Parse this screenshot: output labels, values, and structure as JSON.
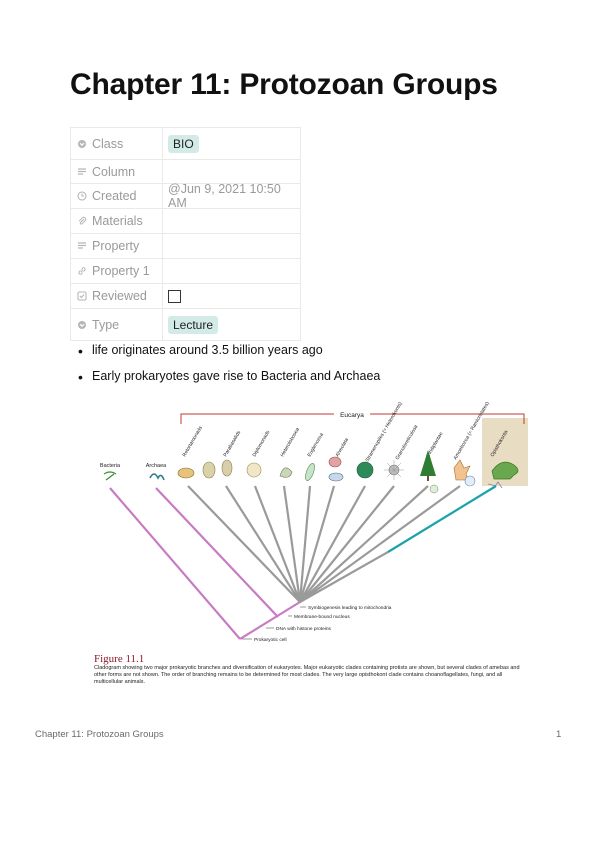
{
  "page": {
    "title": "Chapter 11: Protozoan Groups"
  },
  "properties": [
    {
      "key": "Class",
      "icon": "select-icon",
      "value": "BIO",
      "tag": true
    },
    {
      "key": "Column",
      "icon": "text-icon",
      "value": ""
    },
    {
      "key": "Created",
      "icon": "clock-icon",
      "value": "@Jun 9, 2021 10:50 AM"
    },
    {
      "key": "Materials",
      "icon": "paperclip-icon",
      "value": ""
    },
    {
      "key": "Property",
      "icon": "text-icon",
      "value": ""
    },
    {
      "key": "Property 1",
      "icon": "link-icon",
      "value": ""
    },
    {
      "key": "Reviewed",
      "icon": "checkbox-icon",
      "value": "",
      "checked": false
    },
    {
      "key": "Type",
      "icon": "select-icon",
      "value": "Lecture",
      "tag": true
    }
  ],
  "bullets": [
    "life originates around 3.5 billion years ago",
    "Early prokaryotes gave rise to Bacteria and Archaea"
  ],
  "figure": {
    "group_label": "Eucarya",
    "bacteria_label": "Bacteria",
    "archaea_label": "Archaea",
    "taxa": [
      "Retortamonads",
      "Parabasalids",
      "Diplomonads",
      "Heterolobosea",
      "Euglenozoa",
      "Alveolata",
      "Stramenopiles (= Heterokonts)",
      "Granuloreticulosa",
      "Viridiplantae",
      "Amoebozoa (= Ramicristates)",
      "Opisthokonta"
    ],
    "nodes": [
      "Symbiogenesis leading to mitochondria",
      "Membrane-bound nucleus",
      "DNA with histone proteins",
      "Prokaryotic cell"
    ],
    "caption_title": "Figure 11.1",
    "caption": "Cladogram showing two major prokaryotic branches and diversification of eukaryotes. Major eukaryotic clades containing protists are shown, but several clades of amebas and other forms are not shown. The order of branching remains to be determined for most clades. The very large opisthokont clade contains choanoflagellates, fungi, and all multicellular animals.",
    "colors": {
      "prokaryote_branch": "#c77bc2",
      "eukaryote_branch": "#9a9a9a",
      "opisthokont_branch": "#1aa3a8",
      "bracket": "#c0392b"
    }
  },
  "footer": {
    "left": "Chapter 11: Protozoan Groups",
    "right": "1"
  }
}
